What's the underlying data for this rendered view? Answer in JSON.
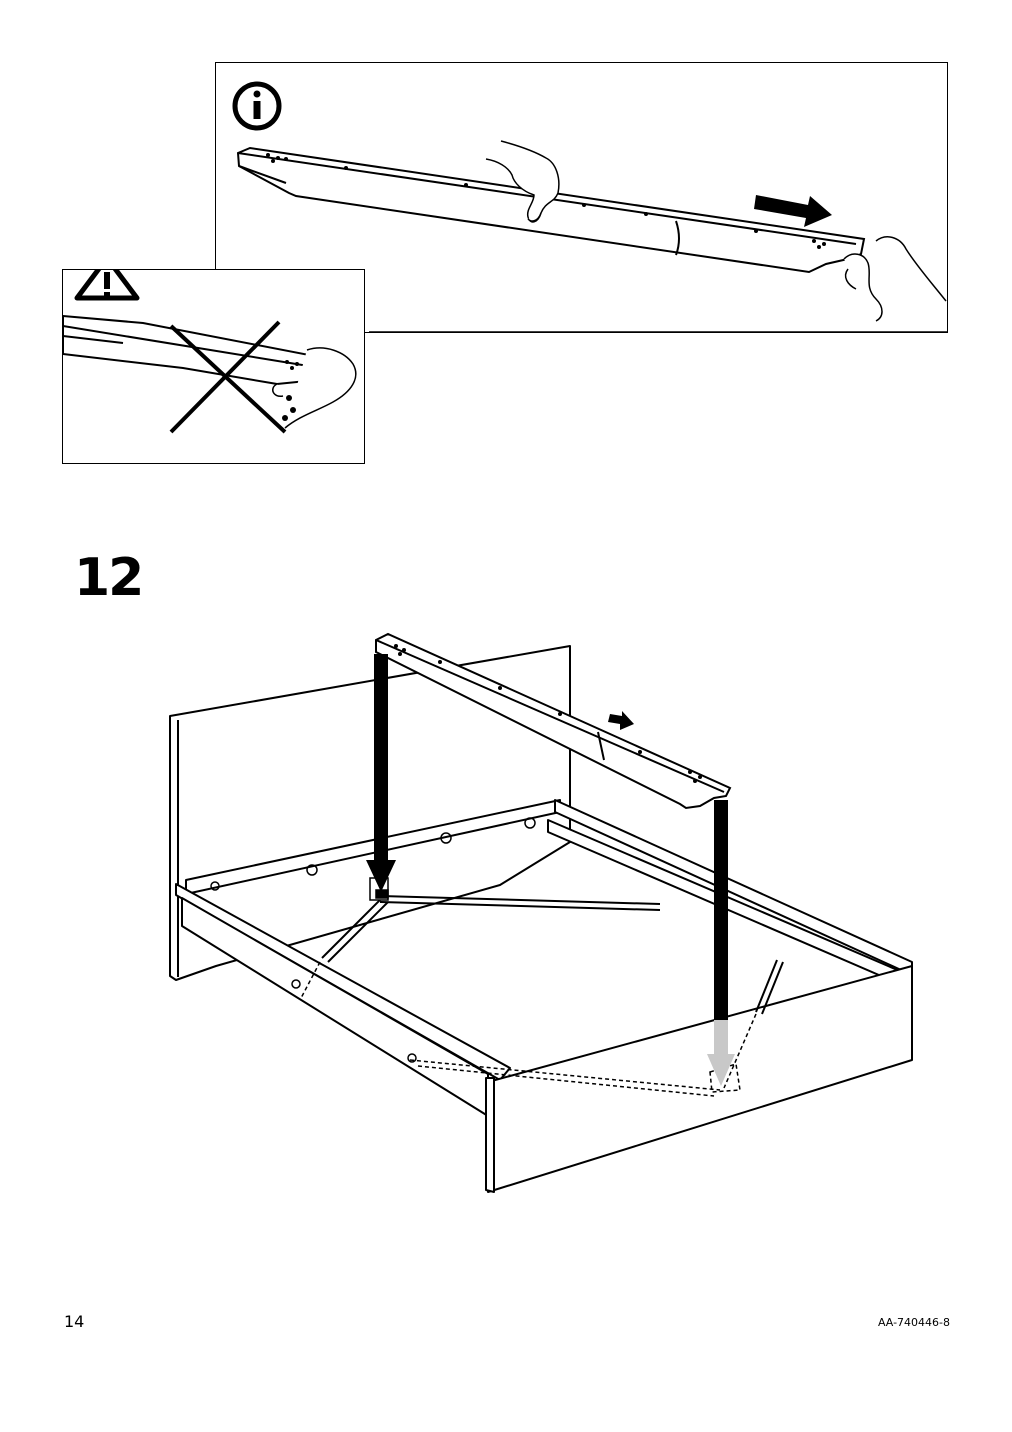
{
  "step": {
    "number": "12"
  },
  "footer": {
    "page_number": "14",
    "document_code": "AA-740446-8"
  },
  "icons": {
    "info": "info-icon",
    "warning": "warning-triangle-icon",
    "prohibited": "cross-out-icon",
    "direction_arrow": "arrow-right-icon"
  }
}
